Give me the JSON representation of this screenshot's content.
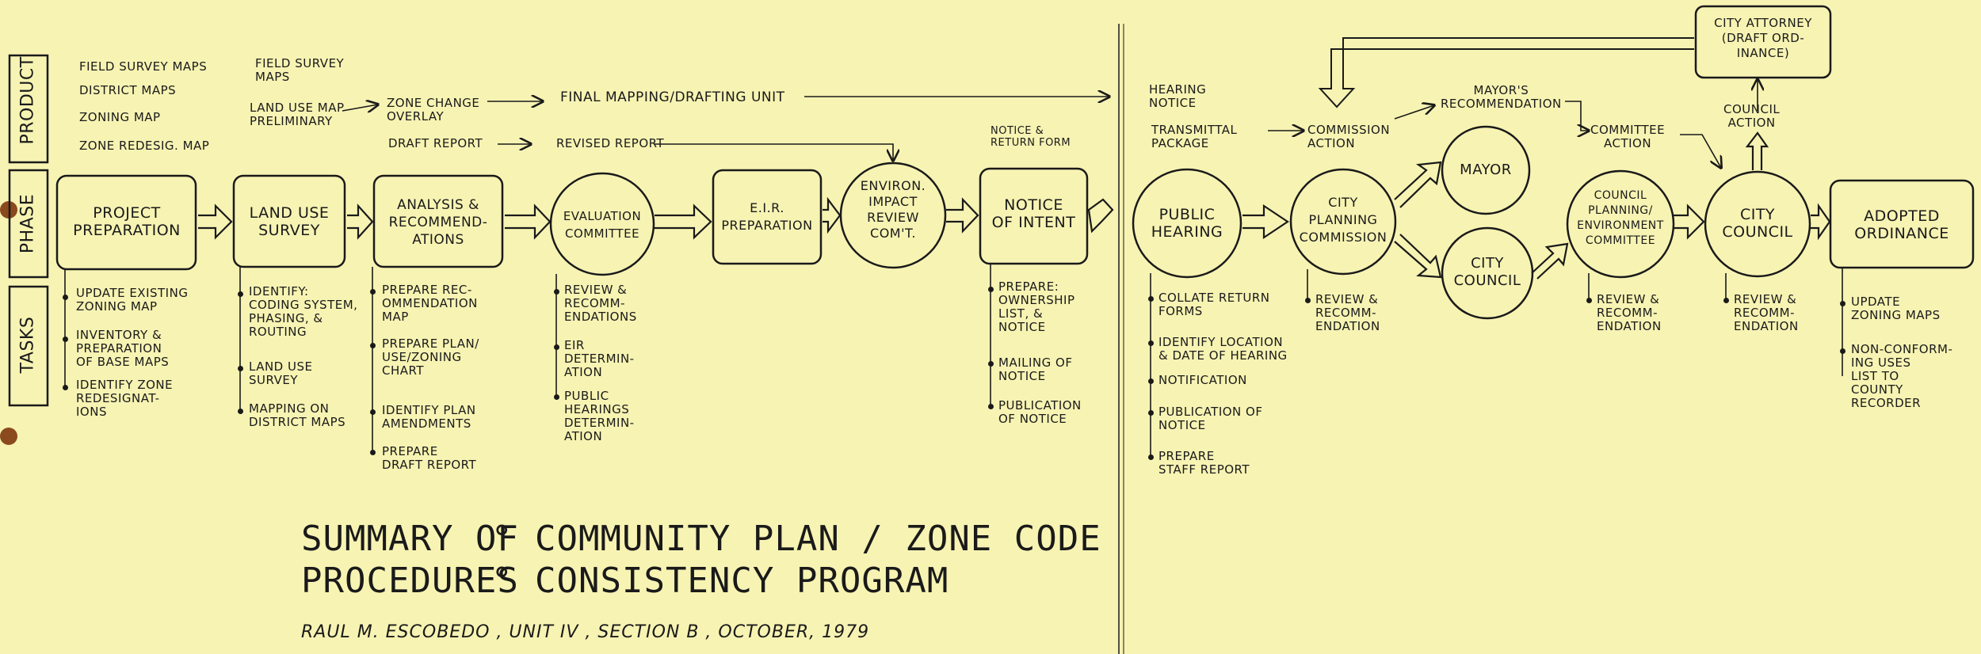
{
  "rows": {
    "product": "PRODUCT",
    "phase": "PHASE",
    "tasks": "TASKS"
  },
  "phases": {
    "project_preparation": "PROJECT\nPREPARATION",
    "land_use_survey": "LAND USE\nSURVEY",
    "analysis": "ANALYSIS &\nRECOMMEND-\nATIONS",
    "evaluation": "EVALUATION\nCOMMITTEE",
    "eir": "E.I.R.\nPREPARATION",
    "environ": "ENVIRON.\nIMPACT\nREVIEW\nCOM'T.",
    "notice_intent": "NOTICE\nOF INTENT",
    "public_hearing": "PUBLIC\nHEARING",
    "city_planning": "CITY\nPLANNING\nCOMMISSION",
    "mayor": "MAYOR",
    "city_council_small": "CITY\nCOUNCIL",
    "council_planning": "COUNCIL\nPLANNING/\nENVIRONMENT\nCOMMITTEE",
    "city_council": "CITY\nCOUNCIL",
    "adopted": "ADOPTED\nORDINANCE",
    "city_attorney": "CITY ATTORNEY\n(DRAFT ORD-\nINANCE)"
  },
  "products": {
    "field_survey_maps": "FIELD SURVEY MAPS",
    "district_maps": "DISTRICT MAPS",
    "zoning_map": "ZONING MAP",
    "zone_redesig": "ZONE REDESIG. MAP",
    "field_survey_maps_2": "FIELD SURVEY\nMAPS",
    "land_use_map": "LAND USE MAP\nPRELIMINARY",
    "zone_change": "ZONE CHANGE\nOVERLAY",
    "final_mapping": "FINAL MAPPING/DRAFTING UNIT",
    "draft_report": "DRAFT REPORT",
    "revised_report": "REVISED REPORT",
    "notice_form": "NOTICE &\nRETURN FORM",
    "hearing_notice": "HEARING\nNOTICE",
    "transmittal": "TRANSMITTAL\nPACKAGE",
    "commission_action": "COMMISSION\nACTION",
    "mayors_rec": "MAYOR'S\nRECOMMENDATION",
    "committee_action": "COMMITTEE\nACTION",
    "council_action": "COUNCIL\nACTION"
  },
  "tasks": {
    "pp": [
      "UPDATE EXISTING\nZONING MAP",
      "INVENTORY &\nPREPARATION\nOF BASE MAPS",
      "IDENTIFY ZONE\nREDESIGNAT-\nIONS"
    ],
    "lus": [
      "IDENTIFY:\nCODING SYSTEM,\nPHASING, &\nROUTING",
      "LAND USE\nSURVEY",
      "MAPPING ON\nDISTRICT MAPS"
    ],
    "ar": [
      "PREPARE REC-\nOMMENDATION\nMAP",
      "PREPARE PLAN/\nUSE/ZONING\nCHART",
      "IDENTIFY PLAN\nAMENDMENTS",
      "PREPARE\nDRAFT REPORT"
    ],
    "ec": [
      "REVIEW &\nRECOMM-\nENDATIONS",
      "EIR\nDETERMIN-\nATION",
      "PUBLIC\nHEARINGS\nDETERMIN-\nATION"
    ],
    "ni": [
      "PREPARE:\nOWNERSHIP\nLIST, &\nNOTICE",
      "MAILING OF\nNOTICE",
      "PUBLICATION\nOF NOTICE"
    ],
    "ph": [
      "COLLATE RETURN\nFORMS",
      "IDENTIFY LOCATION\n& DATE OF HEARING",
      "NOTIFICATION",
      "PUBLICATION OF\nNOTICE",
      "PREPARE\nSTAFF REPORT"
    ],
    "cpc": [
      "REVIEW &\nRECOMM-\nENDATION"
    ],
    "cpe": [
      "REVIEW &\nRECOMM-\nENDATION"
    ],
    "cc": [
      "REVIEW &\nRECOMM-\nENDATION"
    ],
    "ao": [
      "UPDATE\nZONING MAPS",
      "NON-CONFORM-\nING USES\nLIST TO\nCOUNTY\nRECORDER"
    ]
  },
  "title": {
    "l1a": "SUMMARY OF",
    "l1b": "COMMUNITY PLAN / ZONE CODE",
    "l2a": "PROCEDURES",
    "l2b": "CONSISTENCY PROGRAM"
  },
  "credit": "RAUL M. ESCOBEDO , UNIT IV , SECTION B , OCTOBER, 1979"
}
